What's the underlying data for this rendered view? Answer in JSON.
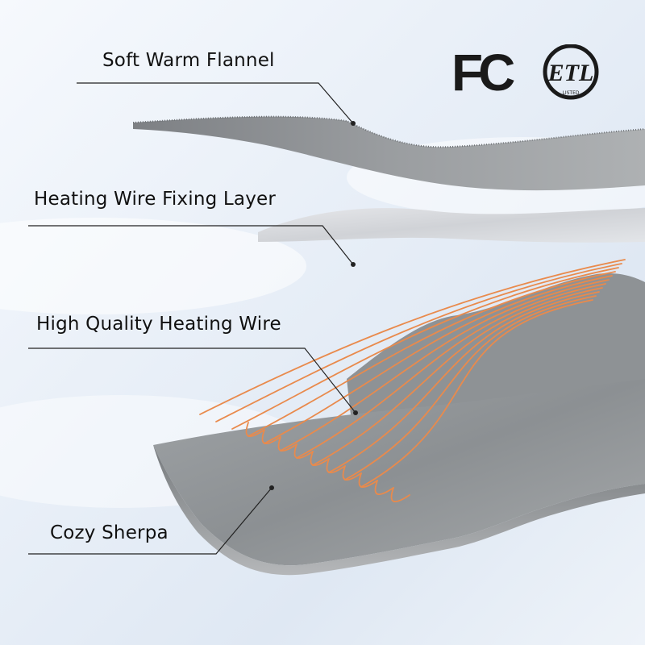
{
  "labels": {
    "layer_1": "Soft Warm Flannel",
    "layer_2": "Heating Wire Fixing Layer",
    "layer_3": "High Quality Heating Wire",
    "layer_4": "Cozy Sherpa"
  },
  "certifications": {
    "fcc_text": "FC",
    "etl_text": "ETL",
    "etl_listed": "LISTED"
  },
  "colors": {
    "heating_wire": "#e98a4c",
    "fabric_gray": "#8f9396",
    "text": "#111111"
  }
}
